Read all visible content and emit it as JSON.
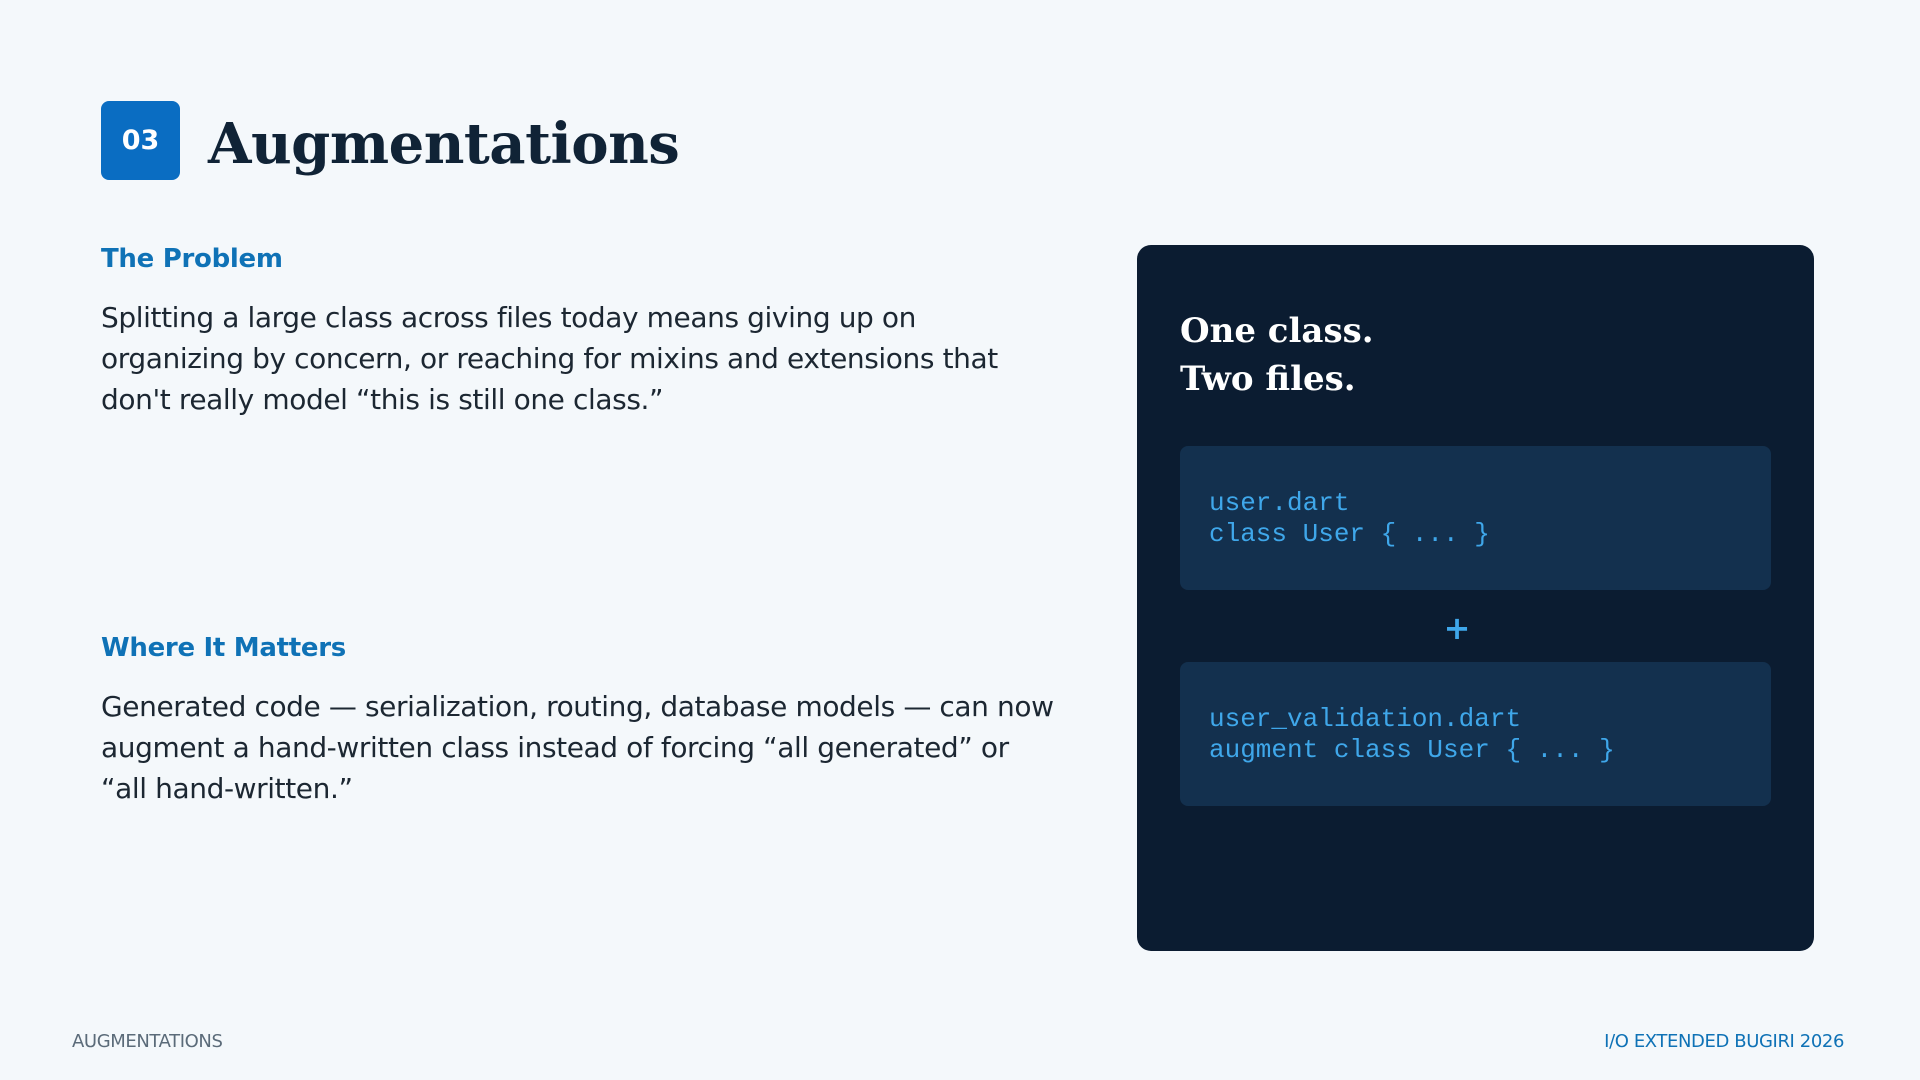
{
  "slide": {
    "number": "03",
    "title": "Augmentations"
  },
  "sections": [
    {
      "heading": "The Problem",
      "body": "Splitting a large class across files today means giving up on organizing by concern, or reaching for mixins and extensions that don't really model “this is still one class.”"
    },
    {
      "heading": "Where It Matters",
      "body": "Generated code — serialization, routing, database models — can now augment a hand-written class instead of forcing “all generated” or “all hand-written.”"
    }
  ],
  "panel": {
    "title_line1": "One class.",
    "title_line2": "Two files.",
    "code_blocks": [
      {
        "file": "user.dart",
        "code": "class User { ... }"
      },
      {
        "file": "user_validation.dart",
        "code": "augment class User { ... }"
      }
    ],
    "separator": "+"
  },
  "footer": {
    "left": "AUGMENTATIONS",
    "right": "I/O EXTENDED BUGIRI 2026"
  },
  "colors": {
    "background": "#f4f8fb",
    "accent": "#0a6dc2",
    "heading": "#0f72b6",
    "panel": "#0b1c31",
    "code_box": "#13304e",
    "code_text": "#3fa7ea"
  }
}
